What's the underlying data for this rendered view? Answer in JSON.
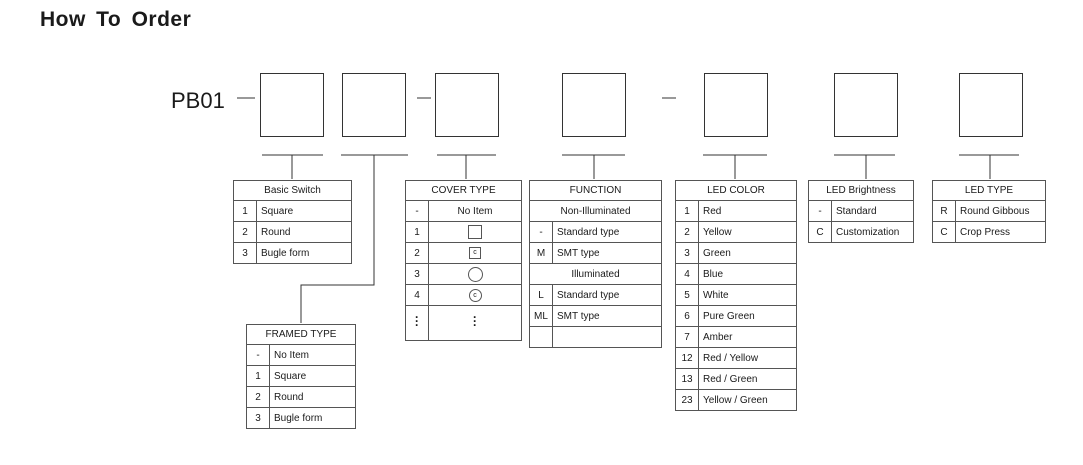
{
  "title": "How To Order",
  "prefix": "PB01",
  "basic_switch": {
    "header": "Basic Switch",
    "rows": [
      {
        "code": "1",
        "label": "Square"
      },
      {
        "code": "2",
        "label": "Round"
      },
      {
        "code": "3",
        "label": "Bugle form"
      }
    ]
  },
  "framed_type": {
    "header": "FRAMED TYPE",
    "rows": [
      {
        "code": "-",
        "label": "No Item"
      },
      {
        "code": "1",
        "label": "Square"
      },
      {
        "code": "2",
        "label": "Round"
      },
      {
        "code": "3",
        "label": "Bugle form"
      }
    ]
  },
  "cover_type": {
    "header": "COVER TYPE",
    "rows": [
      {
        "code": "-",
        "label": "No Item",
        "glyph": ""
      },
      {
        "code": "1",
        "label": "",
        "glyph": "square"
      },
      {
        "code": "2",
        "label": "",
        "glyph": "square-c",
        "glyph_text": "c"
      },
      {
        "code": "3",
        "label": "",
        "glyph": "circle"
      },
      {
        "code": "4",
        "label": "",
        "glyph": "circle-c",
        "glyph_text": "c"
      }
    ]
  },
  "function": {
    "header": "FUNCTION",
    "section1": "Non-Illuminated",
    "rows1": [
      {
        "code": "-",
        "label": "Standard type"
      },
      {
        "code": "M",
        "label": "SMT type"
      }
    ],
    "section2": "Illuminated",
    "rows2": [
      {
        "code": "L",
        "label": "Standard type"
      },
      {
        "code": "ML",
        "label": "SMT type"
      }
    ]
  },
  "led_color": {
    "header": "LED COLOR",
    "rows": [
      {
        "code": "1",
        "label": "Red"
      },
      {
        "code": "2",
        "label": "Yellow"
      },
      {
        "code": "3",
        "label": "Green"
      },
      {
        "code": "4",
        "label": "Blue"
      },
      {
        "code": "5",
        "label": "White"
      },
      {
        "code": "6",
        "label": "Pure Green"
      },
      {
        "code": "7",
        "label": "Amber"
      },
      {
        "code": "12",
        "label": "Red / Yellow"
      },
      {
        "code": "13",
        "label": "Red / Green"
      },
      {
        "code": "23",
        "label": "Yellow / Green"
      }
    ]
  },
  "led_brightness": {
    "header": "LED Brightness",
    "rows": [
      {
        "code": "-",
        "label": "Standard"
      },
      {
        "code": "C",
        "label": "Customization"
      }
    ]
  },
  "led_type": {
    "header": "LED TYPE",
    "rows": [
      {
        "code": "R",
        "label": "Round Gibbous"
      },
      {
        "code": "C",
        "label": "Crop Press"
      }
    ]
  }
}
